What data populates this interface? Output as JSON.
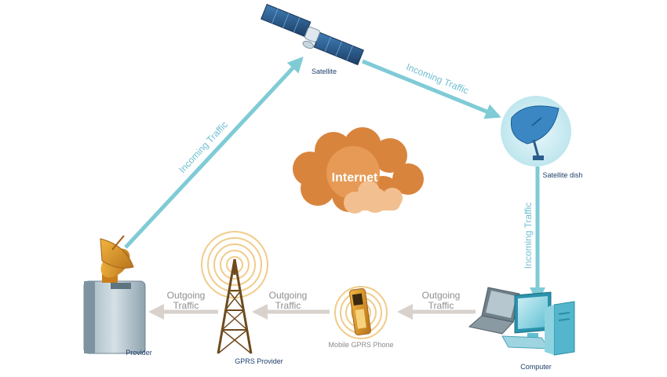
{
  "colors": {
    "incoming_arrow": "#7fcbd6",
    "outgoing_arrow": "#d9d2cc",
    "cloud_dark": "#d9843d",
    "cloud_light": "#f2c090",
    "node_label": "#1f3f6b"
  },
  "nodes": {
    "satellite": {
      "label": "Satellite",
      "icon": "satellite-icon"
    },
    "satellite_dish": {
      "label": "Satellite dish",
      "icon": "satellite-dish-icon"
    },
    "computer": {
      "label": "Computer",
      "icon": "computer-icon"
    },
    "mobile_phone": {
      "label": "Mobile GPRS Phone",
      "icon": "mobile-phone-icon"
    },
    "gprs_provider": {
      "label": "GPRS Provider",
      "icon": "radio-tower-icon"
    },
    "provider": {
      "label": "Provider",
      "icon": "server-with-dish-icon"
    },
    "internet": {
      "label": "Internet",
      "icon": "cloud-icon"
    }
  },
  "edges": {
    "provider_to_satellite": {
      "label": "Incoming Traffic"
    },
    "satellite_to_dish": {
      "label": "Incoming Traffic"
    },
    "dish_to_computer": {
      "label": "Incoming Traffic"
    },
    "computer_to_phone": {
      "line1": "Outgoing",
      "line2": "Traffic"
    },
    "phone_to_tower": {
      "line1": "Outgoing",
      "line2": "Traffic"
    },
    "tower_to_provider": {
      "line1": "Outgoing",
      "line2": "Traffic"
    }
  }
}
